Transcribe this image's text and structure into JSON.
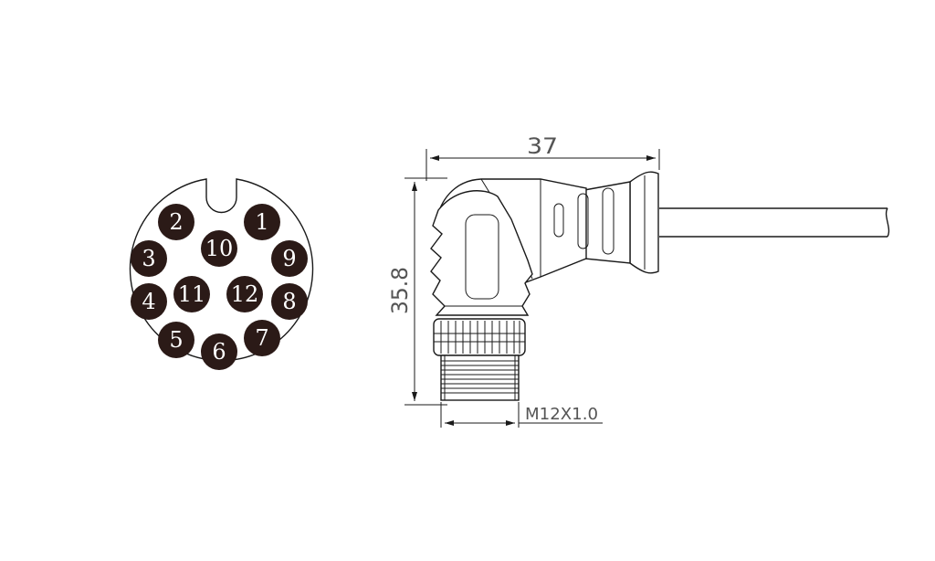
{
  "face_view": {
    "pins": [
      {
        "label": "1",
        "cx": 0,
        "cy": 0
      },
      {
        "label": "2"
      },
      {
        "label": "3"
      },
      {
        "label": "4"
      },
      {
        "label": "5"
      },
      {
        "label": "6"
      },
      {
        "label": "7"
      },
      {
        "label": "8"
      },
      {
        "label": "9"
      },
      {
        "label": "10"
      },
      {
        "label": "11"
      },
      {
        "label": "12"
      }
    ]
  },
  "side_view": {
    "dim_width": "37",
    "dim_height": "35.8",
    "thread_label": "M12X1.0"
  },
  "colors": {
    "pin_fill": "#2b1a17",
    "line": "#1a1a1a",
    "dim_text": "#555555"
  }
}
